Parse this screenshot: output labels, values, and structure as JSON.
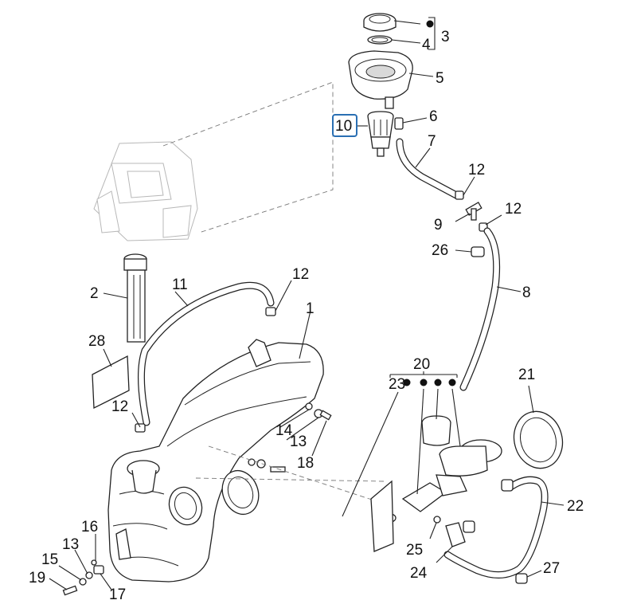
{
  "diagram": {
    "highlight_color": "#2a6fb3",
    "callouts": [
      {
        "id": "c1",
        "text": "1"
      },
      {
        "id": "c2",
        "text": "2"
      },
      {
        "id": "c3",
        "text": "3"
      },
      {
        "id": "c4",
        "text": "4"
      },
      {
        "id": "c5",
        "text": "5"
      },
      {
        "id": "c6",
        "text": "6"
      },
      {
        "id": "c7",
        "text": "7"
      },
      {
        "id": "c8",
        "text": "8"
      },
      {
        "id": "c9",
        "text": "9"
      },
      {
        "id": "c10",
        "text": "10"
      },
      {
        "id": "c11",
        "text": "11"
      },
      {
        "id": "c12a",
        "text": "12"
      },
      {
        "id": "c12b",
        "text": "12"
      },
      {
        "id": "c12c",
        "text": "12"
      },
      {
        "id": "c12d",
        "text": "12"
      },
      {
        "id": "c13a",
        "text": "13"
      },
      {
        "id": "c13b",
        "text": "13"
      },
      {
        "id": "c14",
        "text": "14"
      },
      {
        "id": "c15",
        "text": "15"
      },
      {
        "id": "c16",
        "text": "16"
      },
      {
        "id": "c17",
        "text": "17"
      },
      {
        "id": "c18",
        "text": "18"
      },
      {
        "id": "c19",
        "text": "19"
      },
      {
        "id": "c20",
        "text": "20"
      },
      {
        "id": "c21",
        "text": "21"
      },
      {
        "id": "c22",
        "text": "22"
      },
      {
        "id": "c23",
        "text": "23"
      },
      {
        "id": "c24",
        "text": "24"
      },
      {
        "id": "c25",
        "text": "25"
      },
      {
        "id": "c26",
        "text": "26"
      },
      {
        "id": "c27",
        "text": "27"
      },
      {
        "id": "c28",
        "text": "28"
      }
    ]
  }
}
